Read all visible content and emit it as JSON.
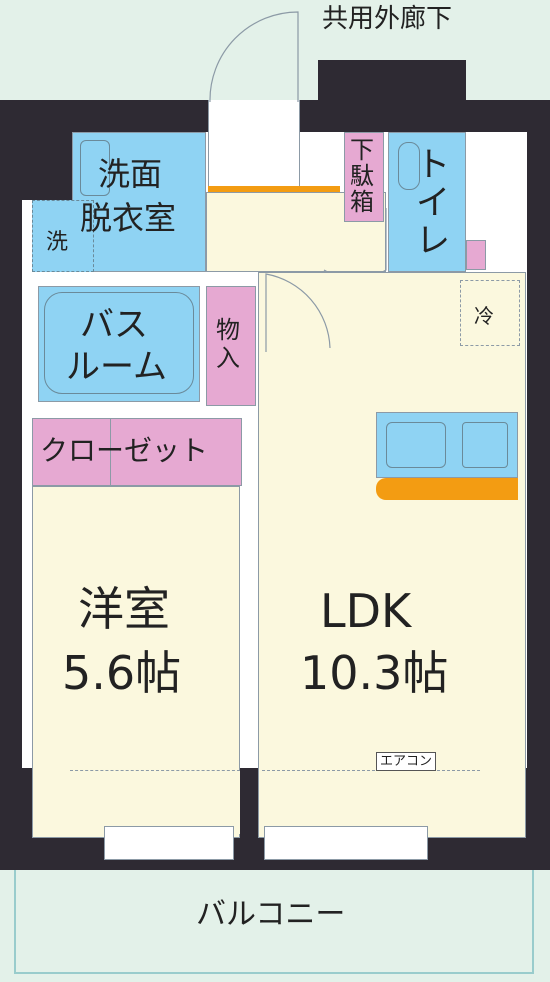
{
  "labels": {
    "corridor": "共用外廊下",
    "washroom_1": "洗面",
    "washroom_2": "脱衣室",
    "washer": "洗",
    "shoe_1": "下",
    "shoe_2": "駄",
    "shoe_3": "箱",
    "toilet_1": "ト",
    "toilet_2": "イ",
    "toilet_3": "レ",
    "fridge": "冷",
    "bath_1": "バス",
    "bath_2": "ルーム",
    "storage_1": "物",
    "storage_2": "入",
    "closet": "クローゼット",
    "bedroom_name": "洋室",
    "bedroom_size": "5.6帖",
    "ldk_name": "LDK",
    "ldk_size": "10.3帖",
    "aircon": "エアコン",
    "balcony": "バルコニー"
  },
  "colors": {
    "wall": "#2e2a33",
    "exterior": "#e3f1e9",
    "floor": "#fbf8de",
    "wet_area": "#8fd3f3",
    "closet": "#e6a9d2",
    "kitchen_counter": "#f39c12",
    "line": "#8c9aa6"
  }
}
